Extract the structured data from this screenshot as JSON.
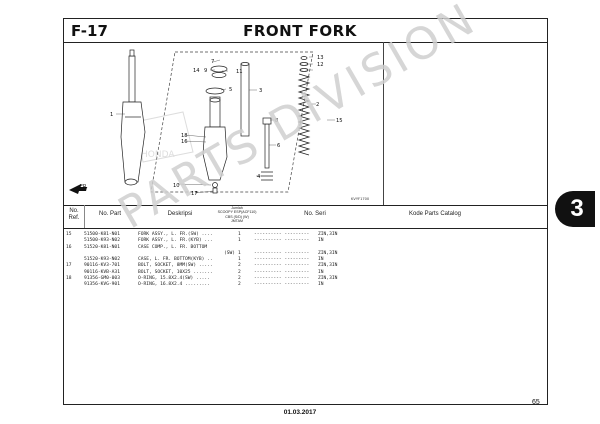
{
  "header": {
    "code": "F-17",
    "title": "FRONT FORK"
  },
  "diagram": {
    "part_labels": [
      "1",
      "2",
      "3",
      "4",
      "5",
      "6",
      "7",
      "8",
      "9",
      "10",
      "11",
      "12",
      "13",
      "14",
      "15",
      "16",
      "17",
      "18"
    ],
    "direction_label": "FR.",
    "ref_code": "KVYF1700"
  },
  "table": {
    "headers": {
      "no_ref": "No.\nRef.",
      "no_part": "No. Part",
      "deskripsi": "Deskripsi",
      "model": "Jumlah\nSCOOPY ESP(ACF110)\nCBS (S/D) (W)\nJMTAM",
      "no_seri": "No. Seri",
      "kode": "Kode Parts Catalog"
    },
    "rows": [
      {
        "ref": "15",
        "part": "51500-K81-N01",
        "desc": "FORK ASSY., L. FR.(SW) ....",
        "qty": "1",
        "serial": "---------- ---------",
        "kode": "ZIN,3IN"
      },
      {
        "ref": "",
        "part": "51500-K93-N02",
        "desc": "FORK ASSY., L. FR.(KYB) ...",
        "qty": "1",
        "serial": "---------- ---------",
        "kode": "IN"
      },
      {
        "ref": "16",
        "part": "51520-K81-N01",
        "desc": "CASE COMP., L. FR. BOTTOM",
        "qty": "",
        "serial": "",
        "kode": ""
      },
      {
        "ref": "",
        "part": "",
        "desc": "(SW)",
        "qty": "1",
        "serial": "---------- ---------",
        "kode": "ZIN,3IN"
      },
      {
        "ref": "",
        "part": "51520-K93-N02",
        "desc": "CASE, L. FR. BOTTOM(KYB) ..",
        "qty": "1",
        "serial": "---------- ---------",
        "kode": "IN"
      },
      {
        "ref": "17",
        "part": "90116-KV3-701",
        "desc": "BOLT, SOCKET, 8MM(SW) .....",
        "qty": "2",
        "serial": "---------- ---------",
        "kode": "ZIN,3IN"
      },
      {
        "ref": "",
        "part": "90116-KVB-A31",
        "desc": "BOLT, SOCKET, 10X25 .......",
        "qty": "2",
        "serial": "---------- ---------",
        "kode": "IN"
      },
      {
        "ref": "18",
        "part": "91356-GM0-003",
        "desc": "O-RING, 15.8X2.4(SW) .....",
        "qty": "2",
        "serial": "---------- ---------",
        "kode": "ZIN,3IN"
      },
      {
        "ref": "",
        "part": "91356-KVG-901",
        "desc": "O-RING, 16.8X2.4 .........",
        "qty": "2",
        "serial": "---------- ---------",
        "kode": "IN"
      }
    ]
  },
  "watermark": "PARTS DIVISION",
  "section_badge": "3",
  "page_number": "65",
  "date": "01.03.2017",
  "colors": {
    "ink": "#111111",
    "watermark": "#cfcfcf",
    "badge": "#111111"
  }
}
